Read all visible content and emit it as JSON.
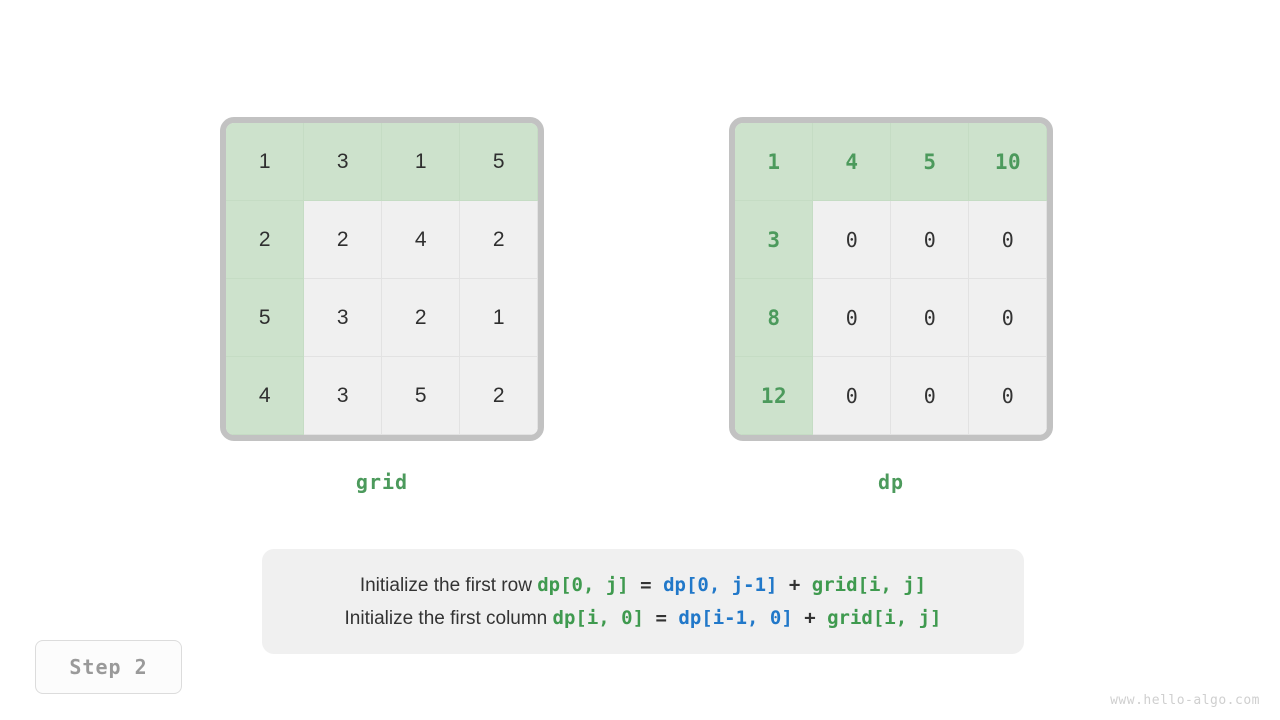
{
  "grid_matrix": {
    "label": "grid",
    "rows": [
      [
        "1",
        "3",
        "1",
        "5"
      ],
      [
        "2",
        "2",
        "4",
        "2"
      ],
      [
        "5",
        "3",
        "2",
        "1"
      ],
      [
        "4",
        "3",
        "5",
        "2"
      ]
    ],
    "highlight": [
      [
        true,
        true,
        true,
        true
      ],
      [
        true,
        false,
        false,
        false
      ],
      [
        true,
        false,
        false,
        false
      ],
      [
        true,
        false,
        false,
        false
      ]
    ]
  },
  "dp_matrix": {
    "label": "dp",
    "rows": [
      [
        "1",
        "4",
        "5",
        "10"
      ],
      [
        "3",
        "0",
        "0",
        "0"
      ],
      [
        "8",
        "0",
        "0",
        "0"
      ],
      [
        "12",
        "0",
        "0",
        "0"
      ]
    ],
    "highlight": [
      [
        true,
        true,
        true,
        true
      ],
      [
        true,
        false,
        false,
        false
      ],
      [
        true,
        false,
        false,
        false
      ],
      [
        true,
        false,
        false,
        false
      ]
    ]
  },
  "caption": {
    "line1": [
      {
        "text": "Initialize the first row ",
        "style": "txt"
      },
      {
        "text": "dp[0, j]",
        "style": "green"
      },
      {
        "text": " = ",
        "style": "dark"
      },
      {
        "text": "dp[0, j-1]",
        "style": "blue"
      },
      {
        "text": " + ",
        "style": "dark"
      },
      {
        "text": "grid[i, j]",
        "style": "green"
      }
    ],
    "line2": [
      {
        "text": "Initialize the first column ",
        "style": "txt"
      },
      {
        "text": "dp[i, 0]",
        "style": "green"
      },
      {
        "text": " = ",
        "style": "dark"
      },
      {
        "text": "dp[i-1, 0]",
        "style": "blue"
      },
      {
        "text": " + ",
        "style": "dark"
      },
      {
        "text": "grid[i, j]",
        "style": "green"
      }
    ]
  },
  "step_badge": {
    "label": "Step 2"
  },
  "watermark": {
    "text": "www.hello-algo.com"
  },
  "colors": {
    "cell_highlight": "#cde2cc",
    "cell_plain": "#f0f0f0",
    "border_gray": "#c2c2c2",
    "accent_green": "#4c9a5c",
    "code_green": "#3f9a4f",
    "code_blue": "#2178c9",
    "text_dark": "#333333",
    "badge_text": "#9a9a9a",
    "watermark": "#cfcfcf"
  }
}
